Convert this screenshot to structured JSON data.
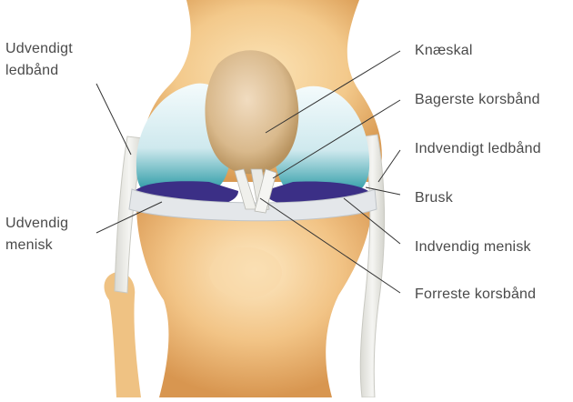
{
  "labels": {
    "udvendigt_ledbaand": {
      "line1": "Udvendigt",
      "line2": "ledbånd"
    },
    "udvendig_menisk": {
      "line1": "Udvendig",
      "line2": "menisk"
    },
    "knaeskal": "Knæskal",
    "bagerste_korsbaand": "Bagerste korsbånd",
    "indvendigt_ledbaand": "Indvendigt ledbånd",
    "brusk": "Brusk",
    "indvendig_menisk": "Indvendig menisk",
    "forreste_korsbaand": "Forreste korsbånd"
  },
  "colors": {
    "bone": "#f3c98b",
    "bone_shadow": "#d99a52",
    "cartilage": "#d8eef2",
    "cartilage_edge": "#2a9aa5",
    "meniscus": "#3b2f86",
    "ligament": "#e8e8e4",
    "leader_line": "#333333",
    "label_text": "#4a4a4a"
  }
}
